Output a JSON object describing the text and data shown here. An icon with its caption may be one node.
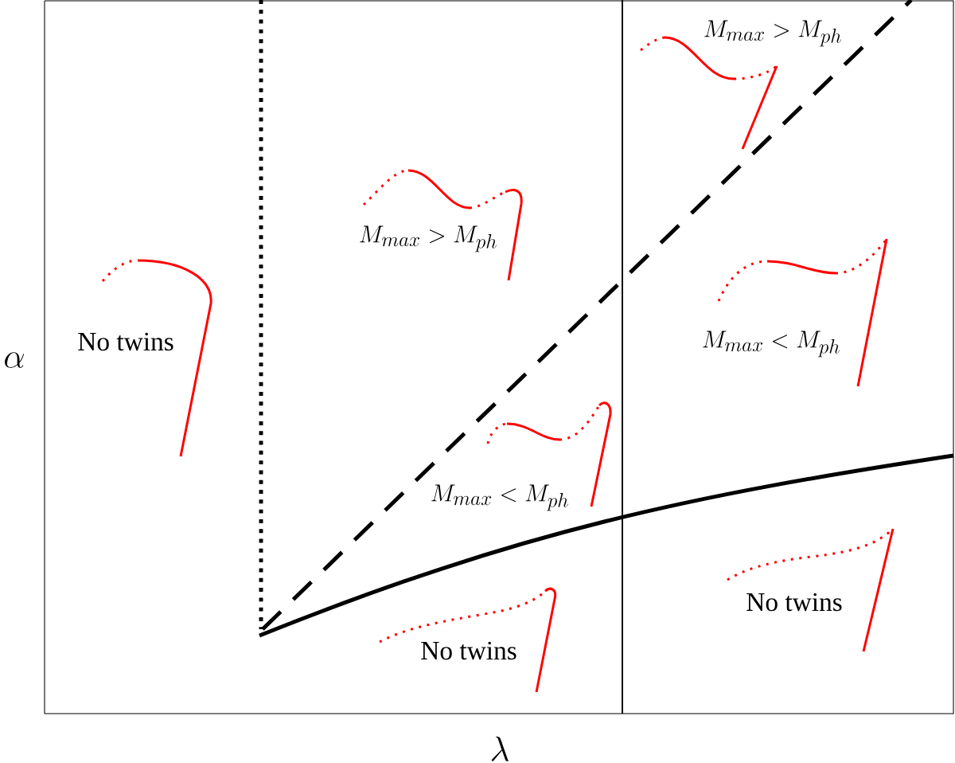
{
  "diagram": {
    "labels": [
      "M_{max} > M_{ph}",
      "M_{max} > M_{ph}",
      "No twins",
      "M_{max} < M_{ph}",
      "\\alpha",
      "M_{max} < M_{ph}",
      "No twins",
      "No twins",
      "\\lambda"
    ]
  }
}
